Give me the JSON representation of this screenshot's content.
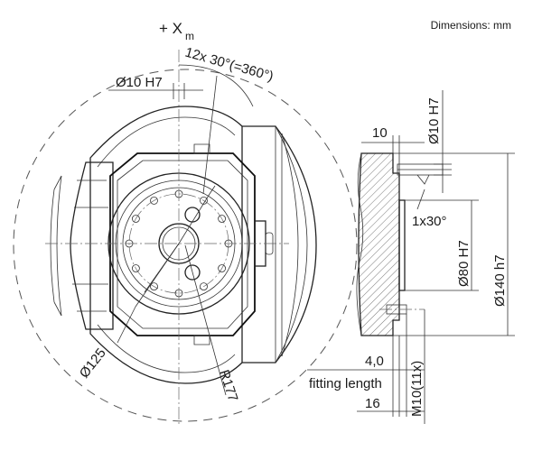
{
  "header": {
    "units_note": "Dimensions: mm"
  },
  "labels": {
    "axis_x": "+ X",
    "axis_x_sub": "m",
    "bore": "Ø10 H7",
    "holes": "12x 30°(=360°)",
    "pitch_circle": "Ø125",
    "radius": "R177",
    "side_width": "10",
    "side_bore": "Ø10 H7",
    "chamfer": "1x30°",
    "spigot": "Ø80 H7",
    "flange": "Ø140 h7",
    "fitting_value": "4,0",
    "fitting_text": "fitting length",
    "thread_depth": "16",
    "thread": "M10(11x)"
  }
}
